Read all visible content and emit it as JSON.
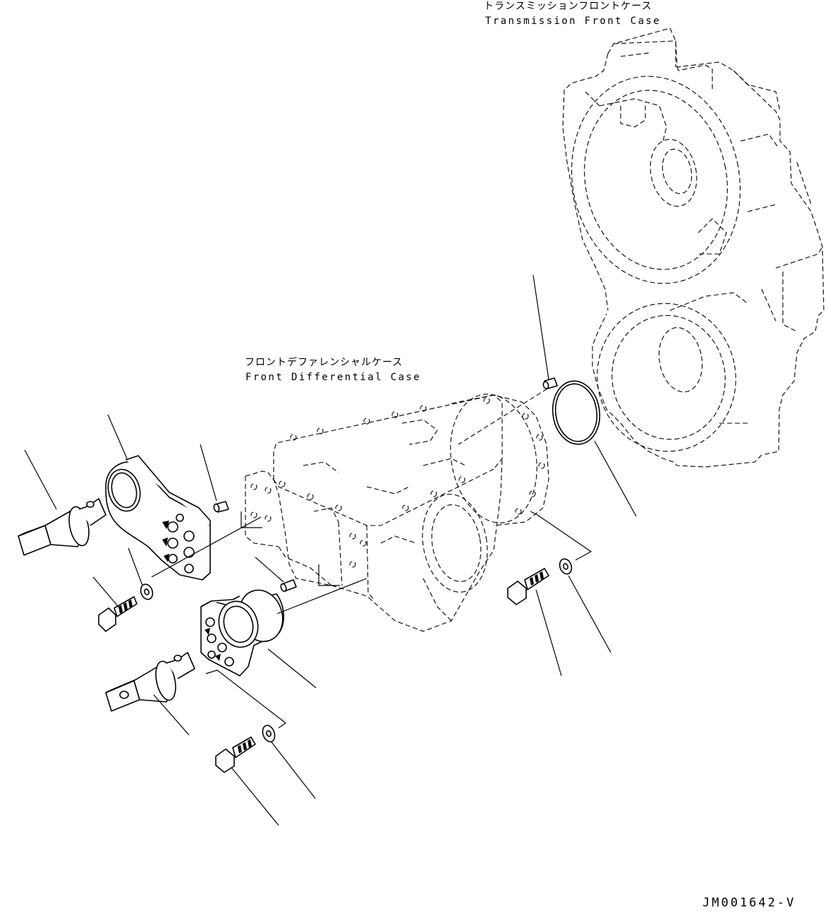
{
  "labels": {
    "transmission_front_case_jp": "トランスミッションフロントケース",
    "transmission_front_case_en": "Transmission Front Case",
    "front_differential_case_jp": "フロントデファレンシャルケース",
    "front_differential_case_en": "Front Differential Case",
    "drawing_code": "JM001642-V"
  }
}
